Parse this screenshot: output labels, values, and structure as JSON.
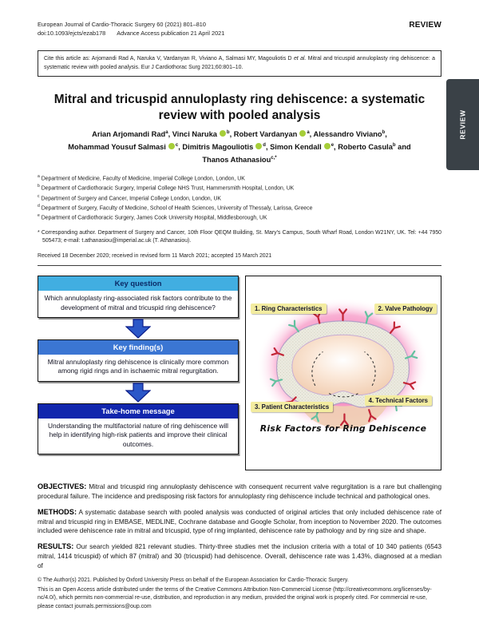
{
  "colors": {
    "accent_light_blue": "#41aee1",
    "accent_mid_blue": "#3b76d3",
    "accent_dark_blue": "#1126ad",
    "arrow_blue": "#2b57c8",
    "label_yellow": "#f3eca0",
    "side_tab_dark": "#3a4147",
    "orcid_green": "#a6ce39",
    "glow_pink": "#f585bd"
  },
  "header": {
    "journal_line": "European Journal of Cardio-Thoracic Surgery 60 (2021) 801–810",
    "doi": "doi:10.1093/ejcts/ezab178",
    "advance_access": "Advance Access publication 21 April 2021",
    "review_label": "REVIEW",
    "side_tab_label": "REVIEW"
  },
  "citation": {
    "part1": "Cite this article as: Arjomandi Rad A, Naruka V, Vardanyan R, Viviano A, Salmasi MY, Magouliotis D ",
    "etal": "et al.",
    "part2": " Mitral and tricuspid annuloplasty ring dehiscence: a systematic review with pooled analysis. Eur J Cardiothorac Surg 2021;60:801–10."
  },
  "article": {
    "title": "Mitral and tricuspid annuloplasty ring dehiscence: a systematic review with pooled analysis",
    "authors": [
      {
        "name": "Arian Arjomandi Rad",
        "sup": "a",
        "sep": ", "
      },
      {
        "name": "Vinci Naruka",
        "sup": "b",
        "sep": ", "
      },
      {
        "name": "Robert Vardanyan",
        "sup": "a",
        "sep": ", "
      },
      {
        "name": "Alessandro Viviano",
        "sup": "b",
        "sep": ", "
      },
      {
        "name": "Mohammad Yousuf Salmasi",
        "sup": "c",
        "sep": ", "
      },
      {
        "name": "Dimitris Magouliotis",
        "sup": "d",
        "sep": ", "
      },
      {
        "name": "Simon Kendall",
        "sup": "e",
        "sep": ", "
      },
      {
        "name": "Roberto Casula",
        "sup": "b",
        "sep": " and "
      },
      {
        "name": "Thanos Athanasiou",
        "sup": "c,*",
        "sep": ""
      }
    ],
    "affiliations": [
      {
        "sup": "a",
        "text": " Department of Medicine, Faculty of Medicine, Imperial College London, London, UK"
      },
      {
        "sup": "b",
        "text": " Department of Cardiothoracic Surgery, Imperial College NHS Trust, Hammersmith Hospital, London, UK"
      },
      {
        "sup": "c",
        "text": " Department of Surgery and Cancer, Imperial College London, London, UK"
      },
      {
        "sup": "d",
        "text": " Department of Surgery, Faculty of Medicine, School of Health Sciences, University of Thessaly, Larissa, Greece"
      },
      {
        "sup": "e",
        "text": " Department of Cardiothoracic Surgery, James Cook University Hospital, Middlesborough, UK"
      }
    ],
    "corresponding": {
      "marker": "*",
      "text": " Corresponding author. Department of Surgery and Cancer, 10th Floor QEQM Building, St. Mary's Campus, South Wharf Road, London W21NY, UK. Tel: +44 7950 505473; e-mail: t.athanasiou@imperial.ac.uk (T. Athanasiou)."
    },
    "received": "Received 18 December 2020; received in revised form 11 March 2021; accepted 15 March 2021"
  },
  "graphical_abstract": {
    "boxes": [
      {
        "header": "Key question",
        "body": "Which annuloplasty ring-associated risk factors contribute to the development of mitral and tricuspid ring dehiscence?"
      },
      {
        "header": "Key finding(s)",
        "body": "Mitral annuloplasty ring dehiscence is clinically more common among rigid rings and in ischaemic mitral regurgitation."
      },
      {
        "header": "Take-home message",
        "body": "Understanding the multifactorial nature of ring dehiscence will help in identifying high-risk patients and improve their clinical outcomes."
      }
    ],
    "labels": [
      "1. Ring Characteristics",
      "2. Valve Pathology",
      "3. Patient Characteristics",
      "4. Technical Factors"
    ],
    "caption": "Risk Factors for Ring Dehiscence"
  },
  "abstract": {
    "sections": [
      {
        "heading": "OBJECTIVES:",
        "text": " Mitral and tricuspid ring annuloplasty dehiscence with consequent recurrent valve regurgitation is a rare but challenging procedural failure. The incidence and predisposing risk factors for annuloplasty ring dehiscence include technical and pathological ones."
      },
      {
        "heading": "METHODS:",
        "text": " A systematic database search with pooled analysis was conducted of original articles that only included dehiscence rate of mitral and tricuspid ring in EMBASE, MEDLINE, Cochrane database and Google Scholar, from inception to November 2020. The outcomes included were dehiscence rate in mitral and tricuspid, type of ring implanted, dehiscence rate by pathology and by ring size and shape."
      },
      {
        "heading": "RESULTS:",
        "text": " Our search yielded 821 relevant studies. Thirty-three studies met the inclusion criteria with a total of 10 340 patients (6543 mitral, 1414 tricuspid) of which 87 (mitral) and 30 (tricuspid) had dehiscence. Overall, dehiscence rate was 1.43%, diagnosed at a median of"
      }
    ]
  },
  "footer": {
    "line1": "© The Author(s) 2021. Published by Oxford University Press on behalf of the European Association for Cardio-Thoracic Surgery.",
    "line2": "This is an Open Access article distributed under the terms of the Creative Commons Attribution Non-Commercial License (http://creativecommons.org/licenses/by-nc/4.0/), which permits non-commercial re-use, distribution, and reproduction in any medium, provided the original work is properly cited. For commercial re-use, please contact journals.permissions@oup.com"
  }
}
